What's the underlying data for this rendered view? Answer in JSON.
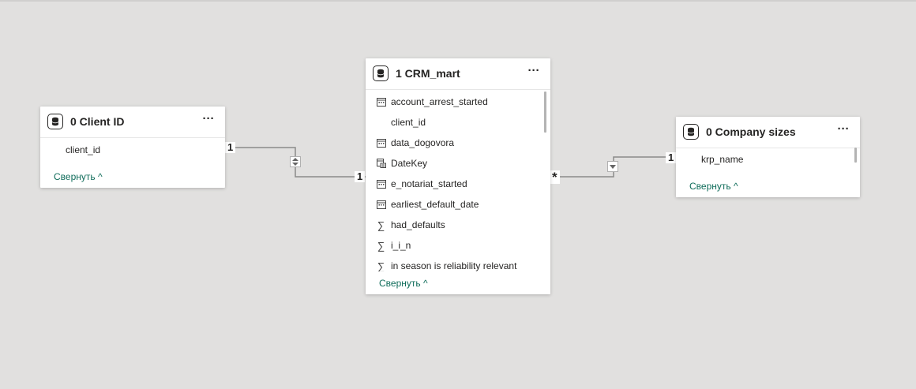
{
  "tables": {
    "client": {
      "title": "0 Client ID",
      "more": "···",
      "fields": [
        "client_id"
      ],
      "collapse": "Свернуть ^"
    },
    "crm": {
      "title": "1 CRM_mart",
      "more": "···",
      "fields": [
        {
          "name": "account_arrest_started",
          "icon": "calendar-icon"
        },
        {
          "name": "client_id",
          "icon": ""
        },
        {
          "name": "data_dogovora",
          "icon": "calendar-icon"
        },
        {
          "name": "DateKey",
          "icon": "date-hierarchy-icon"
        },
        {
          "name": "e_notariat_started",
          "icon": "calendar-icon"
        },
        {
          "name": "earliest_default_date",
          "icon": "calendar-icon"
        },
        {
          "name": "had_defaults",
          "icon": "sigma-icon"
        },
        {
          "name": "i_i_n",
          "icon": "sigma-icon"
        },
        {
          "name": "in season is reliability relevant",
          "icon": "sigma-icon"
        }
      ],
      "collapse": "Свернуть ^"
    },
    "company": {
      "title": "0 Company sizes",
      "more": "···",
      "fields": [
        "krp_name"
      ],
      "collapse": "Свернуть ^"
    }
  },
  "relationships": {
    "client_crm": {
      "from_card": "1",
      "to_card": "1"
    },
    "crm_company": {
      "from_card": "*",
      "to_card": "1"
    }
  }
}
